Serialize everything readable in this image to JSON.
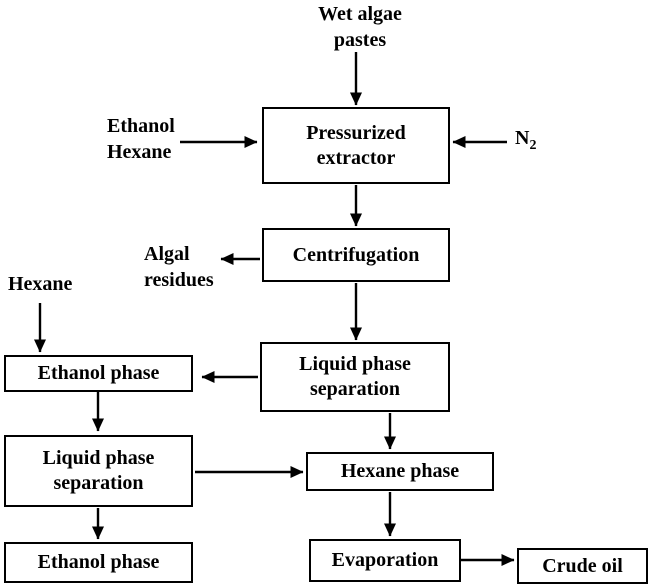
{
  "colors": {
    "ink": "#000000",
    "background": "#ffffff",
    "box_fill": "#ffffff"
  },
  "nodes": {
    "wet_algae_pastes": {
      "lines": [
        "Wet algae",
        "pastes"
      ]
    },
    "ethanol_hexane_feed": {
      "lines": [
        "Ethanol",
        "Hexane"
      ]
    },
    "nitrogen_feed": {
      "base": "N",
      "sub": "2"
    },
    "pressurized_extractor": {
      "lines": [
        "Pressurized",
        "extractor"
      ]
    },
    "centrifugation": {
      "label": "Centrifugation"
    },
    "algal_residues": {
      "lines": [
        "Algal",
        "residues"
      ]
    },
    "liquid_phase_separation_right": {
      "lines": [
        "Liquid phase",
        "separation"
      ]
    },
    "hexane_feed": {
      "label": "Hexane"
    },
    "ethanol_phase_upper": {
      "label": "Ethanol phase"
    },
    "liquid_phase_separation_left": {
      "lines": [
        "Liquid phase",
        "separation"
      ]
    },
    "ethanol_phase_lower": {
      "label": "Ethanol phase"
    },
    "hexane_phase": {
      "label": "Hexane phase"
    },
    "evaporation": {
      "label": "Evaporation"
    },
    "crude_oil": {
      "label": "Crude oil"
    }
  },
  "edges": [
    {
      "from": "wet_algae_pastes",
      "to": "pressurized_extractor"
    },
    {
      "from": "ethanol_hexane_feed",
      "to": "pressurized_extractor"
    },
    {
      "from": "nitrogen_feed",
      "to": "pressurized_extractor"
    },
    {
      "from": "pressurized_extractor",
      "to": "centrifugation"
    },
    {
      "from": "centrifugation",
      "to": "algal_residues"
    },
    {
      "from": "centrifugation",
      "to": "liquid_phase_separation_right"
    },
    {
      "from": "liquid_phase_separation_right",
      "to": "ethanol_phase_upper"
    },
    {
      "from": "liquid_phase_separation_right",
      "to": "hexane_phase"
    },
    {
      "from": "hexane_feed",
      "to": "ethanol_phase_upper"
    },
    {
      "from": "ethanol_phase_upper",
      "to": "liquid_phase_separation_left"
    },
    {
      "from": "liquid_phase_separation_left",
      "to": "ethanol_phase_lower"
    },
    {
      "from": "liquid_phase_separation_left",
      "to": "hexane_phase"
    },
    {
      "from": "hexane_phase",
      "to": "evaporation"
    },
    {
      "from": "evaporation",
      "to": "crude_oil"
    }
  ]
}
